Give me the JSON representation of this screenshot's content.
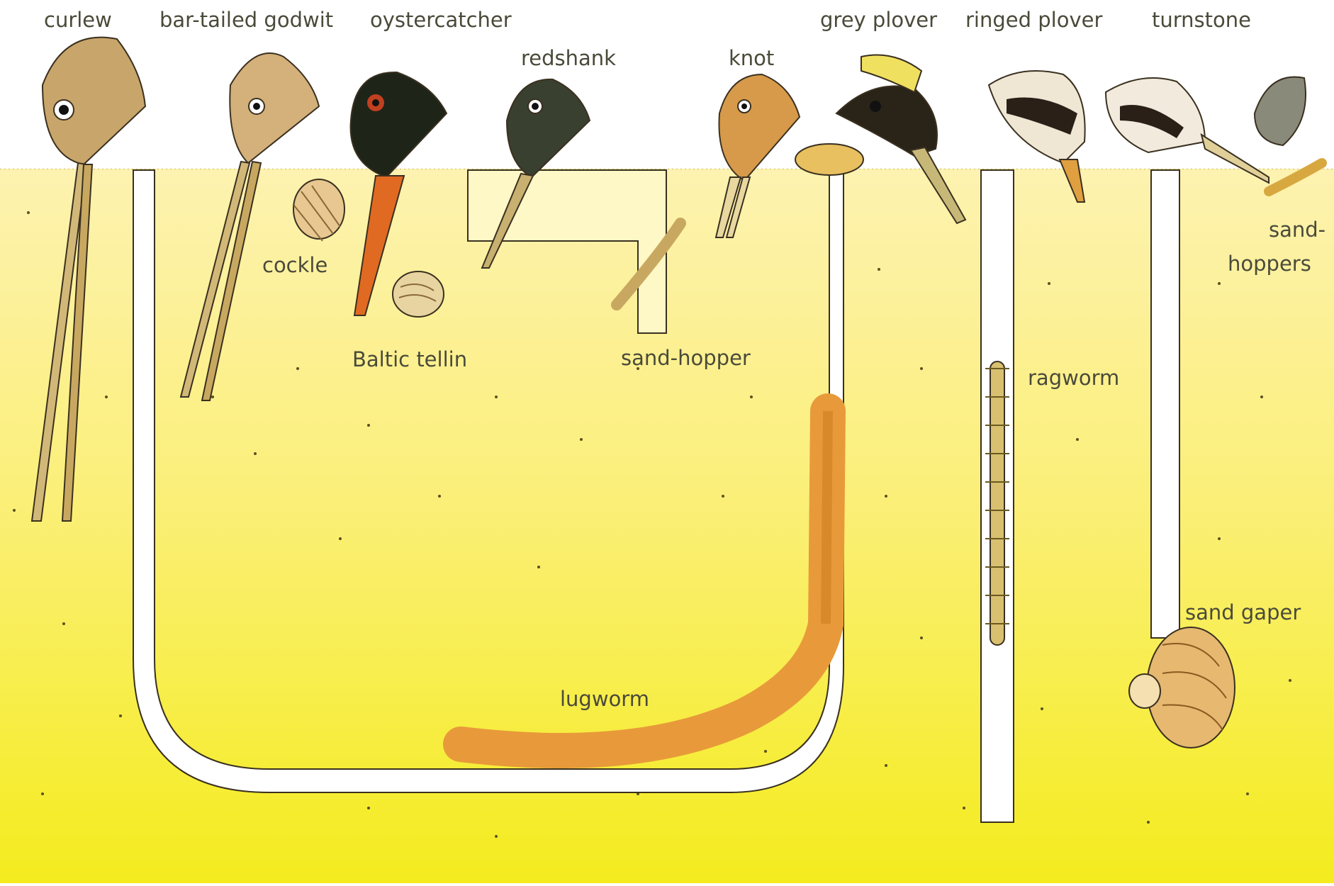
{
  "labels": {
    "curlew": "curlew",
    "bar_tailed_godwit": "bar-tailed godwit",
    "oystercatcher": "oystercatcher",
    "redshank": "redshank",
    "knot": "knot",
    "grey_plover": "grey plover",
    "ringed_plover": "ringed plover",
    "turnstone": "turnstone",
    "cockle": "cockle",
    "baltic_tellin": "Baltic tellin",
    "sand_hopper": "sand-hopper",
    "ragworm": "ragworm",
    "sand_hoppers_line1": "sand-",
    "sand_hoppers_line2": "hoppers",
    "sand_gaper": "sand gaper",
    "lugworm": "lugworm"
  },
  "colors": {
    "sand_top": "#fdf2b0",
    "sand_bottom": "#f4ec1e",
    "burrow": "#ffffff",
    "curlew_head": "#c8a56a",
    "godwit_head": "#d4b07a",
    "oystercatcher_head": "#1e2418",
    "oystercatcher_bill": "#e06a22",
    "redshank_head": "#3a4030",
    "knot_head": "#d69a4a",
    "grey_plover_head": "#2a2418",
    "ringed_plover_head": "#6a4a30",
    "turnstone_head": "#f2eadc",
    "bill_pale": "#d2b878",
    "lugworm": "#e89a3a",
    "ragworm": "#d8c070",
    "shell": "#e8c890",
    "mussel": "#8a8a7a"
  }
}
